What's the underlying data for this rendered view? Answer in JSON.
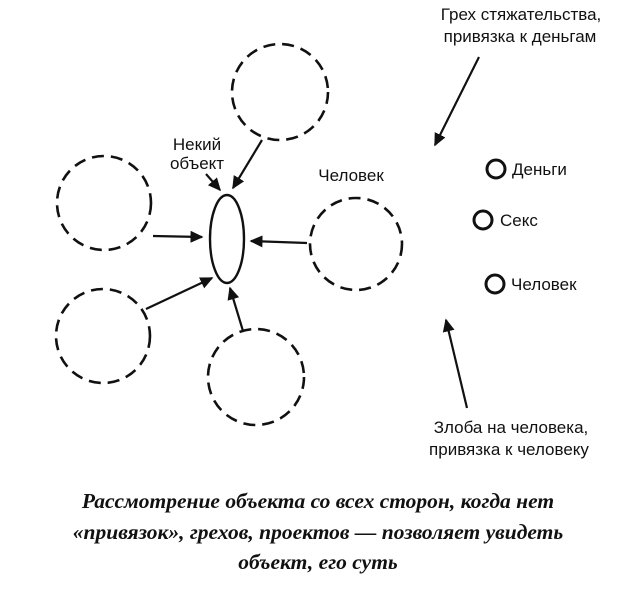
{
  "diagram": {
    "object_label": [
      "Некий",
      "объект"
    ],
    "person_label": "Человек",
    "legend": [
      {
        "label": "Деньги"
      },
      {
        "label": "Секс"
      },
      {
        "label": "Человек"
      }
    ],
    "top_annotation": [
      "Грех стяжательства,",
      "привязка к деньгам"
    ],
    "bottom_annotation": [
      "Злоба на человека,",
      "привязка к человеку"
    ]
  },
  "caption": {
    "lines": [
      "Рассмотрение объекта со всех сторон, когда нет",
      "«привязок», грехов, проектов — позволяет увидеть",
      "объект, его суть"
    ]
  }
}
